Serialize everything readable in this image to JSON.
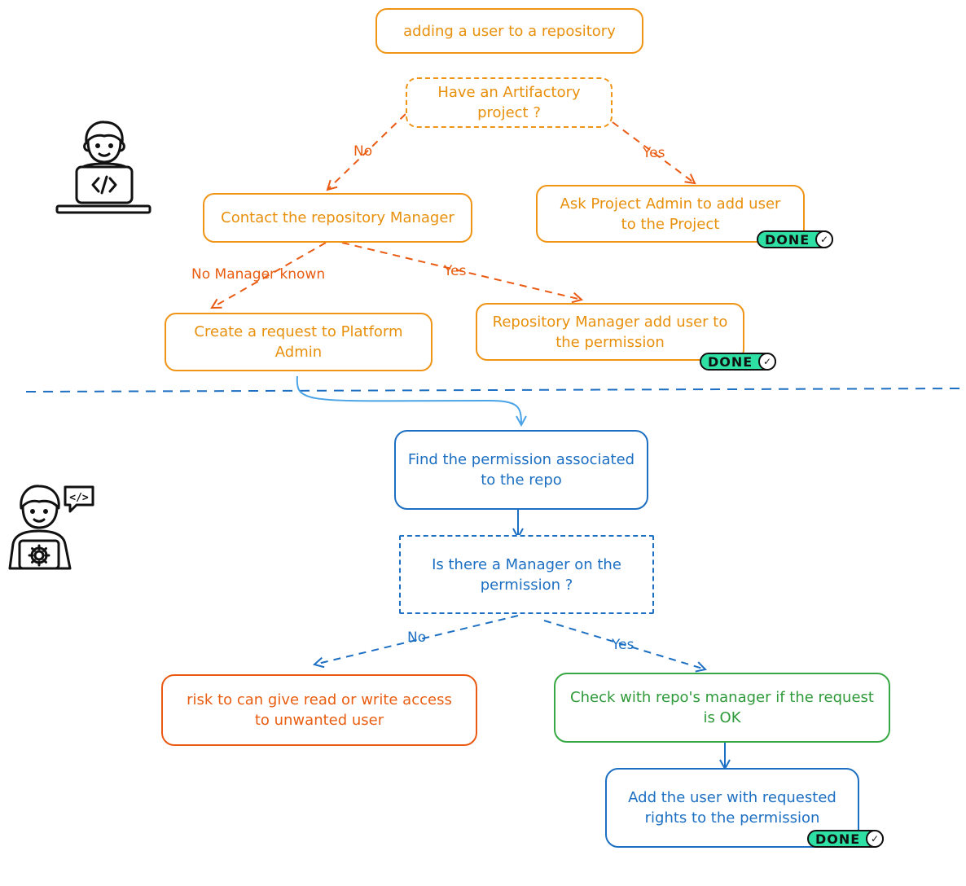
{
  "nodes": {
    "title": [
      "adding a user to a repository"
    ],
    "have_project": [
      "Have an Artifactory",
      "project ?"
    ],
    "contact_manager": [
      "Contact the repository Manager"
    ],
    "ask_admin": [
      "Ask Project Admin to add user",
      "to the Project"
    ],
    "create_request": [
      "Create a request to Platform",
      "Admin"
    ],
    "repo_manager_add": [
      "Repository Manager add user to",
      "the permission"
    ],
    "find_permission": [
      "Find the permission associated",
      "to the repo"
    ],
    "is_manager": [
      "Is there a Manager on the",
      "permission ?"
    ],
    "risk": [
      "risk to can give read or write access",
      "to unwanted user"
    ],
    "check_manager": [
      "Check with repo's manager if the request",
      "is OK"
    ],
    "add_user": [
      "Add the user with requested",
      "rights to the permission"
    ]
  },
  "edge_labels": {
    "no_1": "No",
    "yes_1": "Yes",
    "no_manager_known": "No Manager known",
    "yes_2": "Yes",
    "no_2": "No",
    "yes_3": "Yes"
  },
  "badges": {
    "done_label": "DONE",
    "check_glyph": "✓"
  },
  "icons": {
    "developer": "developer-laptop-icon",
    "admin": "admin-settings-icon",
    "code_bubble": "</>"
  },
  "colors": {
    "orange": "#ef9415",
    "red_orange": "#ea5a12",
    "blue": "#1c6fc2",
    "light_blue": "#4aa3e6",
    "green": "#37a843",
    "done_badge": "#2fe0a5"
  }
}
